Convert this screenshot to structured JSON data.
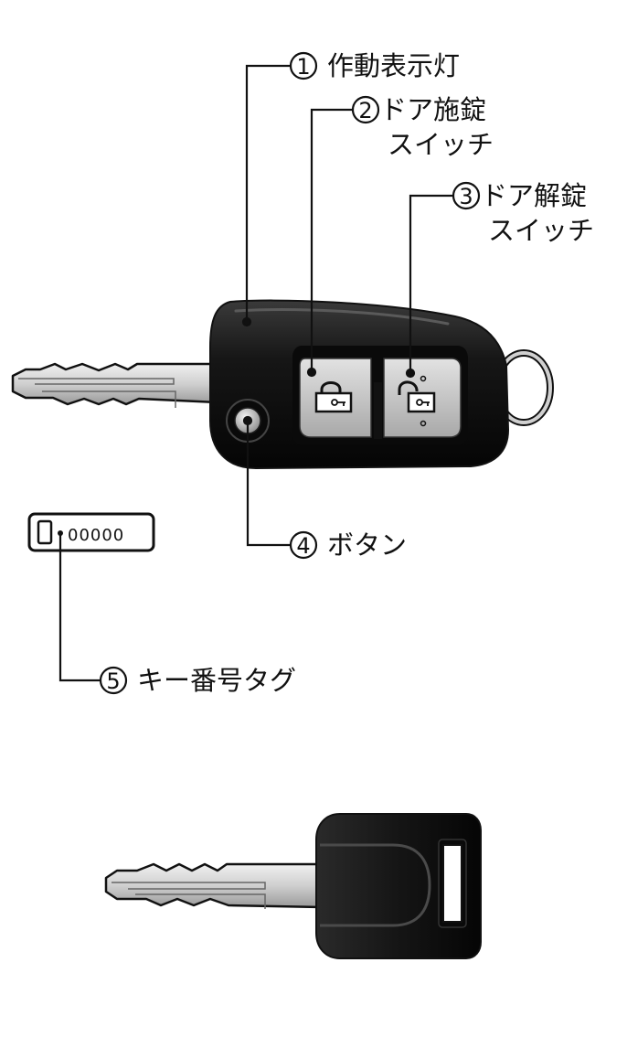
{
  "callouts": {
    "c1": {
      "num": "1",
      "label": "作動表示灯"
    },
    "c2": {
      "num": "2",
      "label": "ドア施錠",
      "label2": "スイッチ"
    },
    "c3": {
      "num": "3",
      "label": "ドア解錠",
      "label2": "スイッチ"
    },
    "c4": {
      "num": "4",
      "label": "ボタン"
    },
    "c5": {
      "num": "5",
      "label": "キー番号タグ"
    }
  },
  "key_tag": {
    "code": "00000"
  },
  "colors": {
    "body_dark": "#111111",
    "button_gray": "#c8c8c8",
    "blade_light": "#dcdcdc",
    "line": "#111111"
  },
  "icons": [
    "lock-icon",
    "unlock-icon"
  ]
}
